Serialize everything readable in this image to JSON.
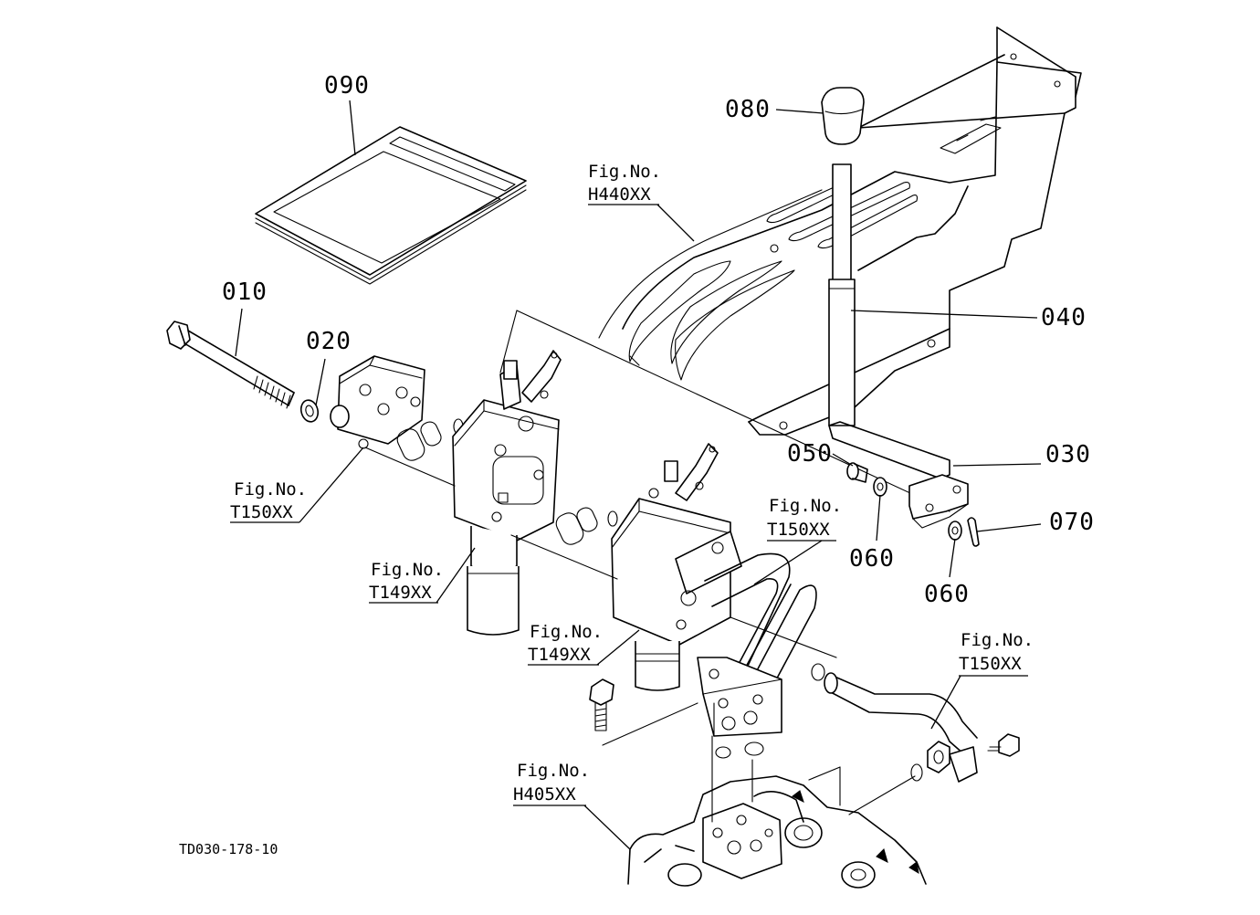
{
  "diagram": {
    "type": "exploded-parts-view",
    "drawing_id": "TD030-178-10",
    "part_labels": {
      "p010": "010",
      "p020": "020",
      "p030": "030",
      "p040": "040",
      "p050": "050",
      "p060a": "060",
      "p060b": "060",
      "p070": "070",
      "p080": "080",
      "p090": "090"
    },
    "figure_references": {
      "h440": {
        "label": "Fig.No.",
        "code": "H440XX"
      },
      "t150_left": {
        "label": "Fig.No.",
        "code": "T150XX"
      },
      "t149_left": {
        "label": "Fig.No.",
        "code": "T149XX"
      },
      "t149_center": {
        "label": "Fig.No.",
        "code": "T149XX"
      },
      "t150_center": {
        "label": "Fig.No.",
        "code": "T150XX"
      },
      "t150_right": {
        "label": "Fig.No.",
        "code": "T150XX"
      },
      "h405": {
        "label": "Fig.No.",
        "code": "H405XX"
      }
    }
  }
}
